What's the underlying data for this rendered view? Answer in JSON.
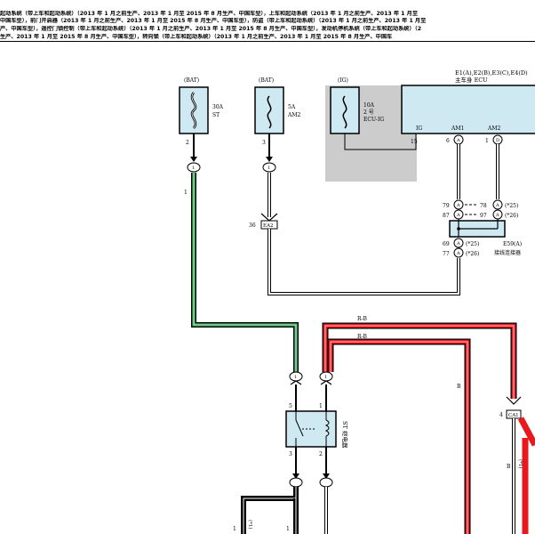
{
  "header": {
    "lines": [
      "起动系统（带上车和起动系统）（2013 年 1 月之前生产、2013 年 1 月至 2015 年 8 月生产、中国车型），上车和起动系统（2013 年 1 月之前生产、2013 年 1 月至",
      "中国车型），前门开启器（2013 年 1 月之前生产、2013 年 1 月至 2015 年 8 月生产、中国车型），防盗（带上车和起动系统）（2013 年 1 月之前生产、2013 年 1 月至",
      "产、中国车型），遥控门锁控制（带上车和起动系统）（2013 年 1 月之前生产、2013 年 1 月至 2015 年 8 月生产、中国车型），发动机停机系统（带上车和起动系统）（2",
      "生产、2013 年 1 月至 2015 年 8 月生产、中国车型），转向锁（带上车和起动系统）（2013 年 1 月之前生产、2013 年 1 月至 2015 年 8 月生产、中国车"
    ]
  },
  "fuses": [
    {
      "id": "bat30",
      "label": "(BAT)",
      "rating_top": "30A",
      "rating_bottom": "ST",
      "pin": "2"
    },
    {
      "id": "bat5",
      "label": "(BAT)",
      "rating_top": "5A",
      "rating_bottom": "AM2",
      "pin": "3"
    },
    {
      "id": "ig10",
      "label": "(IG)",
      "rating_top": "10A",
      "rating_mid": "2 号",
      "rating_bottom": "ECU-IG",
      "pin": ""
    }
  ],
  "ecu": {
    "codes": "E1(A),E2(B),E3(C),E4(D)",
    "name": "主车身 ECU",
    "pins": [
      {
        "name": "IG",
        "num": "15",
        "conn": ""
      },
      {
        "name": "AM1",
        "num": "6",
        "conn": "A"
      },
      {
        "name": "AM2",
        "num": "1",
        "conn": "D"
      }
    ]
  },
  "connectors": {
    "fuse_bottom_1": "1",
    "fuse_bottom_2": "1",
    "ea2_num": "36",
    "ea2_code": "EA2",
    "ca1_num": "4",
    "ca1_code": "CA1"
  },
  "junction": {
    "code": "E59(A)",
    "name": "接线连接器",
    "rows": [
      {
        "left_num": "79",
        "left_conn": "A",
        "right_num": "78",
        "right_conn": "A",
        "note": "(*25)"
      },
      {
        "left_num": "87",
        "left_conn": "A",
        "right_num": "97",
        "right_conn": "A",
        "note": "(*26)"
      },
      {
        "left_num": "69",
        "left_conn": "A",
        "right_num": "",
        "right_conn": "",
        "note": "(*25)"
      },
      {
        "left_num": "77",
        "left_conn": "A",
        "right_num": "",
        "right_conn": "",
        "note": "(*26)"
      }
    ]
  },
  "relay": {
    "name": "ST 继电器",
    "pin_tl": "5",
    "pin_tr": "1",
    "pin_bl": "3",
    "pin_br": "2",
    "top_conn_l": "1",
    "top_conn_r": "1"
  },
  "wire_labels": {
    "green_tag": "1",
    "red_tag1": "R-B",
    "red_tag2": "R-B",
    "right_tag": "B",
    "right_tag2": "B",
    "bottom_tag_l": "1",
    "bottom_tag_m": "1",
    "bottom_conn_r": "(*1)",
    "bottom_conn_rr": "(*1)"
  },
  "colors": {
    "green": "#2e9a4a",
    "red": "#e8181d",
    "ecu_fill": "#cfe9f2",
    "shade": "#cccccc",
    "gray_wire": "#9aa0a4"
  }
}
